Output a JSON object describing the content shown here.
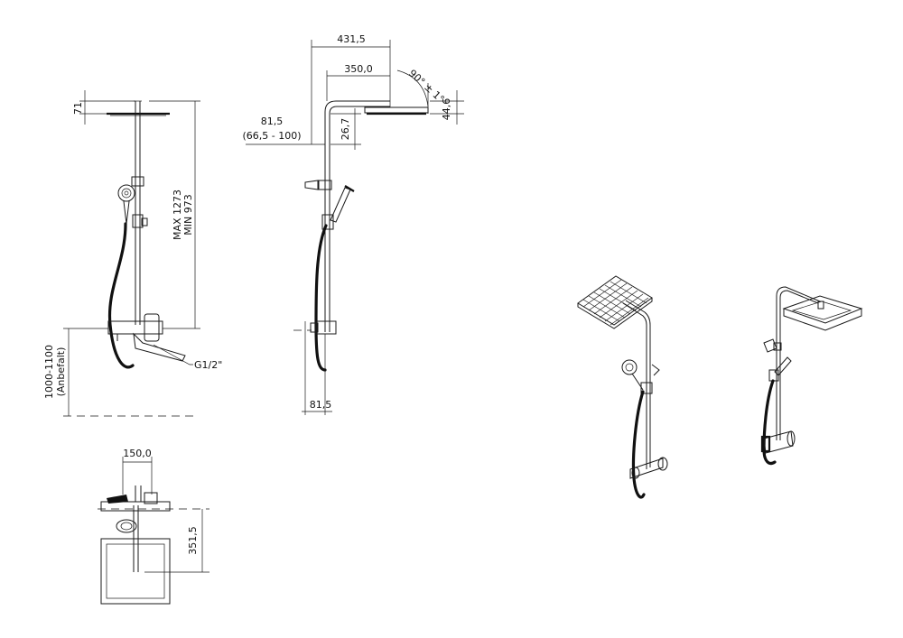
{
  "dimensions": {
    "top_overhang": "71",
    "height_range_max": "MAX 1273",
    "height_range_min": "MIN 973",
    "install_height": "1000-1100",
    "install_height_note": "(Anbefalt)",
    "inlet_thread": "G1/2\"",
    "arm_total": "431,5",
    "arm_center": "350,0",
    "head_angle": "90° ± 1°",
    "head_thickness": "44,6",
    "arm_drop": "26,7",
    "wall_offset": "81,5",
    "wall_offset_range": "(66,5 - 100)",
    "bottom_offset": "81,5",
    "mixer_width": "150,0",
    "head_depth": "351,5"
  }
}
